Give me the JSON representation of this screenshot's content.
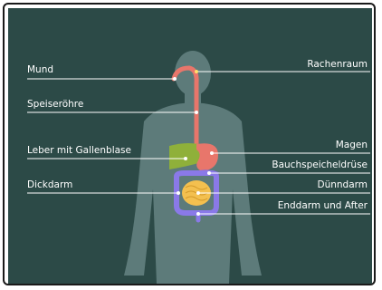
{
  "labels": {
    "mund": "Mund",
    "rachenraum": "Rachenraum",
    "speiseroehre": "Speiseröhre",
    "leber": "Leber mit Gallenblase",
    "magen": "Magen",
    "bauchspeicheldruese": "Bauchspeicheldrüse",
    "dickdarm": "Dickdarm",
    "duenndarm": "Dünndarm",
    "enddarm": "Enddarm und After"
  },
  "colors": {
    "background": "#2c4a47",
    "silhouette": "#5d7b7a",
    "esophagus": "#e8766b",
    "stomach": "#e8766b",
    "liver": "#8fb03a",
    "pancreas": "#7b6de0",
    "colon": "#8a79e8",
    "small_intestine": "#f3c04f",
    "label_line": "#ffffff"
  }
}
